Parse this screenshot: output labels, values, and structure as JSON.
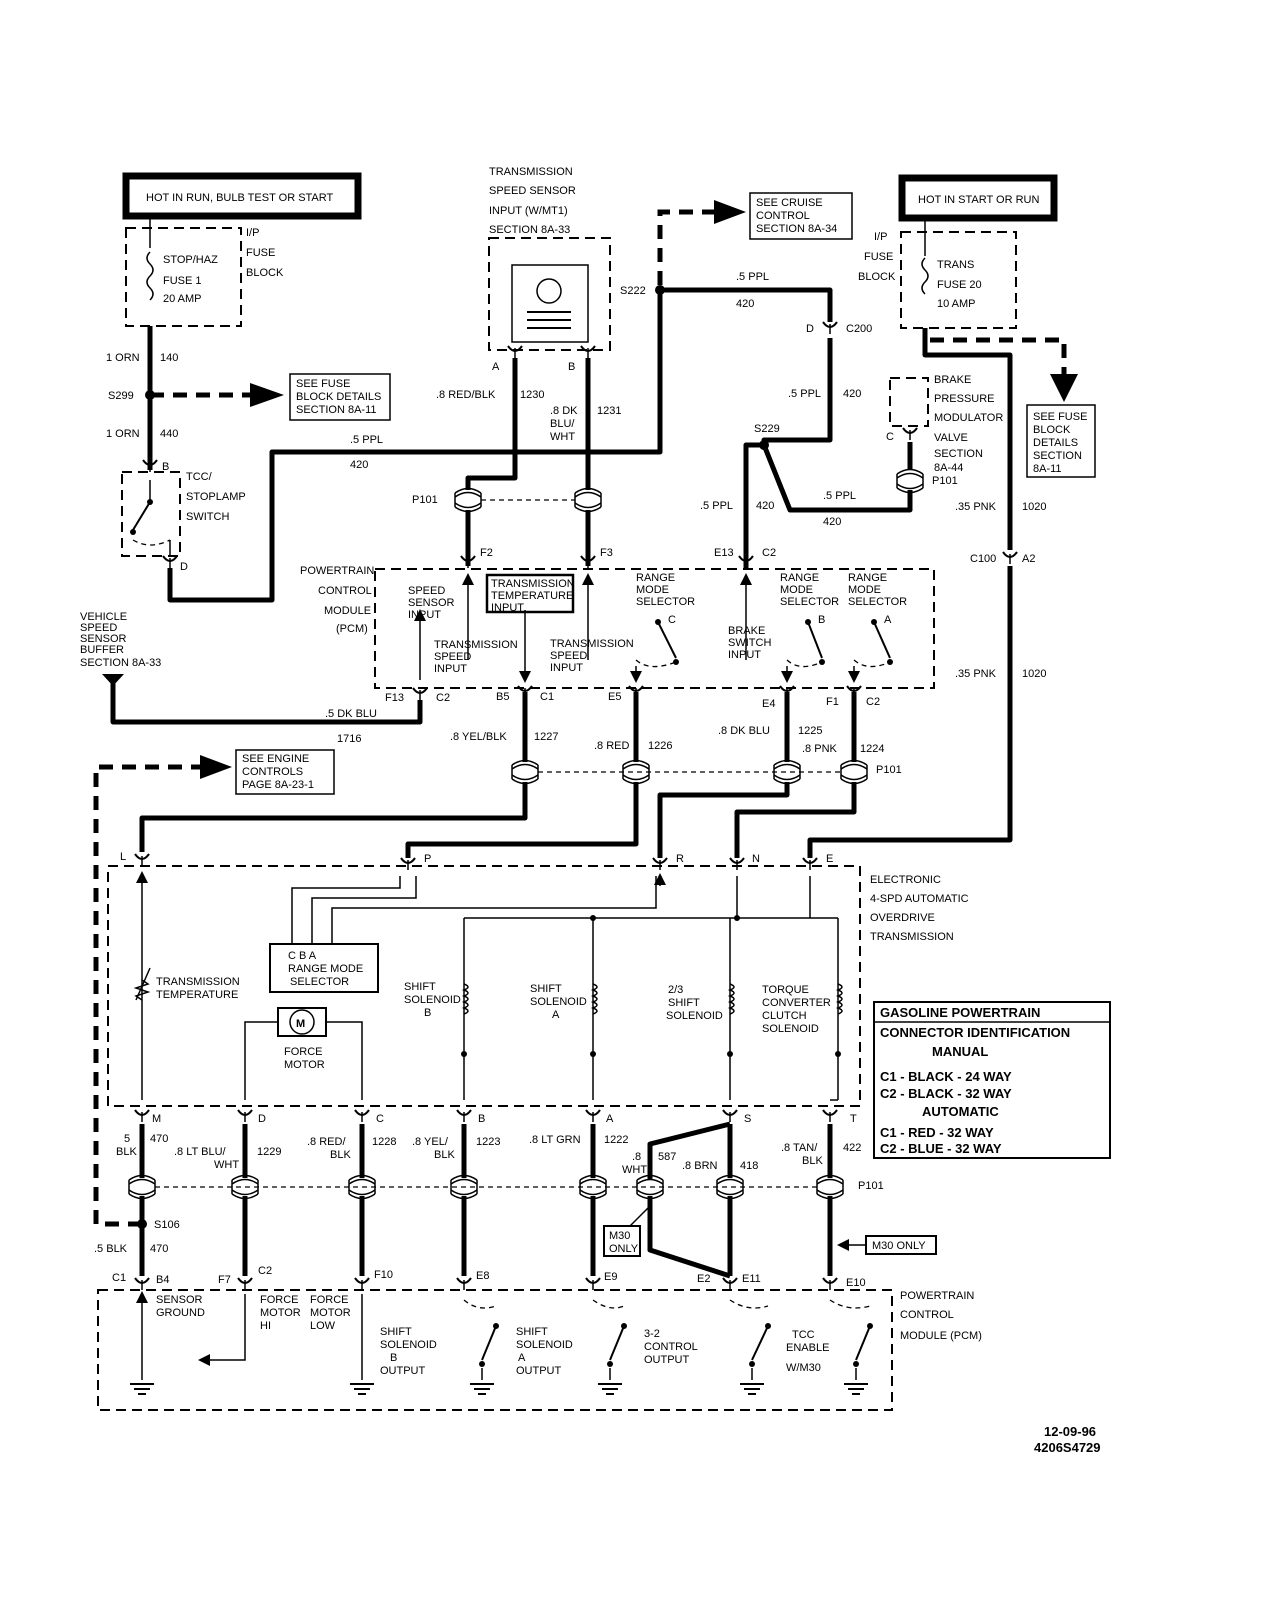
{
  "power": {
    "left_header": "HOT IN RUN, BULB TEST OR START",
    "right_header": "HOT IN START OR RUN",
    "left_block": [
      "I/P",
      "FUSE",
      "BLOCK"
    ],
    "right_block": [
      "I/P",
      "FUSE",
      "BLOCK"
    ],
    "fuse1": [
      "STOP/HAZ",
      "FUSE 1",
      "20 AMP"
    ],
    "fuse20": [
      "TRANS",
      "FUSE 20",
      "10 AMP"
    ]
  },
  "refs": {
    "fuse_details": [
      "SEE FUSE",
      "BLOCK DETAILS",
      "SECTION 8A-11"
    ],
    "cruise": [
      "SEE CRUISE",
      "CONTROL",
      "SECTION 8A-34"
    ],
    "fuse_details_right": [
      "SEE FUSE",
      "BLOCK",
      "DETAILS",
      "SECTION",
      "8A-11"
    ],
    "engine": [
      "SEE ENGINE",
      "CONTROLS",
      "PAGE 8A-23-1"
    ],
    "tss": [
      "TRANSMISSION",
      "SPEED SENSOR",
      "INPUT (W/MT1)",
      "SECTION 8A-33"
    ],
    "vss": [
      "VEHICLE",
      "SPEED",
      "SENSOR",
      "BUFFER",
      "SECTION 8A-33"
    ],
    "bpmv": [
      "BRAKE",
      "PRESSURE",
      "MODULATOR",
      "VALVE",
      "SECTION",
      "8A-44"
    ]
  },
  "wires": {
    "w140": [
      "1 ORN",
      "140"
    ],
    "w440": [
      "1 ORN",
      "440"
    ],
    "w420a": [
      ".5 PPL",
      "420"
    ],
    "w420b": [
      ".5 PPL",
      "420"
    ],
    "w420c": [
      ".5 PPL",
      "420"
    ],
    "w420d": [
      ".5 PPL",
      "420"
    ],
    "w420e": [
      ".5 PPL",
      "420"
    ],
    "w1230": [
      ".8 RED/BLK",
      "1230"
    ],
    "w1231": [
      ".8 DK",
      "BLU/",
      "WHT",
      "1231"
    ],
    "w1020a": [
      ".35 PNK",
      "1020"
    ],
    "w1020b": [
      ".35 PNK",
      "1020"
    ],
    "w1716": [
      ".5 DK BLU",
      "1716"
    ],
    "w1227": [
      ".8 YEL/BLK",
      "1227"
    ],
    "w1226": [
      ".8 RED",
      "1226"
    ],
    "w1225": [
      ".8 DK BLU",
      "1225"
    ],
    "w1224": [
      ".8 PNK",
      "1224"
    ],
    "w470a": [
      "5",
      "BLK",
      "470"
    ],
    "w1229": [
      ".8 LT BLU/",
      "WHT",
      "1229"
    ],
    "w1228": [
      ".8 RED/",
      "BLK",
      "1228"
    ],
    "w1223": [
      ".8 YEL/",
      "BLK",
      "1223"
    ],
    "w1222": [
      ".8 LT GRN",
      "1222"
    ],
    "w587": [
      ".8",
      "WHT",
      "587"
    ],
    "w418": [
      ".8 BRN",
      "418"
    ],
    "w422": [
      ".8 TAN/",
      "BLK",
      "422"
    ],
    "w470b": [
      ".5 BLK",
      "470"
    ]
  },
  "components": {
    "splices": [
      "S299",
      "S222",
      "S229",
      "S106"
    ],
    "connectors": {
      "p101": "P101",
      "c200": "C200",
      "c100": "C100"
    },
    "switch_tcc": [
      "TCC/",
      "STOPLAMP",
      "SWITCH"
    ],
    "pcm": [
      "POWERTRAIN",
      "CONTROL",
      "MODULE",
      "(PCM)"
    ],
    "pcm_bottom": [
      "POWERTRAIN",
      "CONTROL",
      "MODULE (PCM)"
    ],
    "pcm_inputs": {
      "speed_sensor": [
        "SPEED",
        "SENSOR",
        "INPUT"
      ],
      "trans_speed": [
        "TRANSMISSION",
        "SPEED",
        "INPUT"
      ],
      "trans_temp": [
        "TRANSMISSION",
        "TEMPERATURE",
        "INPUT"
      ],
      "trans_speed2": [
        "TRANSMISSION",
        "SPEED",
        "INPUT"
      ],
      "range_c": [
        "RANGE",
        "MODE",
        "SELECTOR",
        "C"
      ],
      "brake": [
        "BRAKE",
        "SWITCH",
        "INPUT"
      ],
      "range_b": [
        "RANGE",
        "MODE",
        "SELECTOR",
        "B"
      ],
      "range_a": [
        "RANGE",
        "MODE",
        "SELECTOR",
        "A"
      ]
    },
    "trans": [
      "ELECTRONIC",
      "4-SPD AUTOMATIC",
      "OVERDRIVE",
      "TRANSMISSION"
    ],
    "trans_temp": [
      "TRANSMISSION",
      "TEMPERATURE"
    ],
    "rms": [
      "C  B  A",
      "RANGE MODE",
      "SELECTOR"
    ],
    "motor": [
      "M",
      "FORCE",
      "MOTOR"
    ],
    "solenoid_b": [
      "SHIFT",
      "SOLENOID",
      "B"
    ],
    "solenoid_a": [
      "SHIFT",
      "SOLENOID",
      "A"
    ],
    "solenoid_23": [
      "2/3",
      "SHIFT",
      "SOLENOID"
    ],
    "tcc_solenoid": [
      "TORQUE",
      "CONVERTER",
      "CLUTCH",
      "SOLENOID"
    ],
    "m30": [
      "M30",
      "ONLY"
    ],
    "m30_only": "M30 ONLY",
    "pcm_out": {
      "sensor_ground": [
        "SENSOR",
        "GROUND"
      ],
      "force_hi": [
        "FORCE",
        "MOTOR",
        "HI"
      ],
      "force_low": [
        "FORCE",
        "MOTOR",
        "LOW"
      ],
      "solenoid_b_out": [
        "SHIFT",
        "SOLENOID",
        "B",
        "OUTPUT"
      ],
      "solenoid_a_out": [
        "SHIFT",
        "SOLENOID",
        "A",
        "OUTPUT"
      ],
      "control_32": [
        "3-2",
        "CONTROL",
        "OUTPUT"
      ],
      "tcc_enable": [
        "TCC",
        "ENABLE",
        "W/M30"
      ]
    }
  },
  "pins": {
    "top": [
      "F2",
      "F3",
      "E13",
      "C2",
      "F13",
      "C2",
      "B5",
      "C1",
      "E5",
      "E4",
      "F1",
      "C2",
      "A",
      "B",
      "D",
      "C",
      "B",
      "D",
      "A2"
    ],
    "trans": [
      "L",
      "P",
      "R",
      "N",
      "E",
      "M",
      "D",
      "C",
      "B",
      "A",
      "S",
      "T"
    ],
    "bottom": [
      "C1",
      "B4",
      "F7",
      "C2",
      "F10",
      "E8",
      "E9",
      "E2",
      "E11",
      "E10"
    ]
  },
  "legend": {
    "title": [
      "GASOLINE POWERTRAIN",
      "CONNECTOR IDENTIFICATION"
    ],
    "manual": "MANUAL",
    "manual_c1": "C1  -  BLACK   -  24 WAY",
    "manual_c2": "C2  -  BLACK   -  32 WAY",
    "automatic": "AUTOMATIC",
    "auto_c1": "C1  -  RED      -  32 WAY",
    "auto_c2": "C2  -  BLUE     -  32 WAY"
  },
  "footer": {
    "date": "12-09-96",
    "code": "4206S4729"
  }
}
